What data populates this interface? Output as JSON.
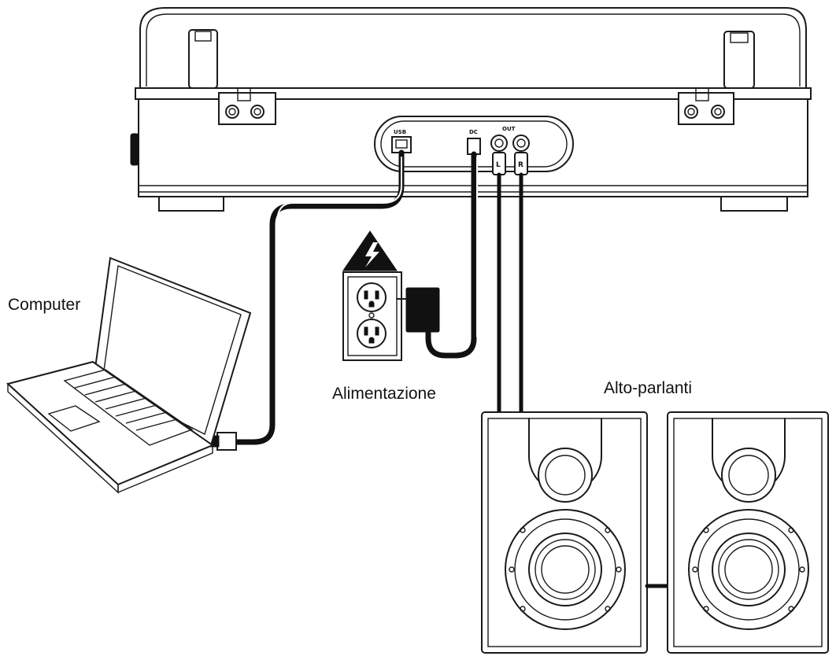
{
  "labels": {
    "computer": "Computer",
    "power": "Alimentazione",
    "speakers": "Alto-parlanti"
  },
  "turntable": {
    "port_usb": "USB",
    "port_dc": "DC",
    "port_out": "OUT",
    "channel_left": "L",
    "channel_right": "R"
  },
  "icons": {
    "warning": "high-voltage-warning-icon",
    "outlet": "wall-outlet-icon",
    "laptop": "laptop-icon",
    "speaker": "speaker-icon"
  },
  "colors": {
    "line": "#1a1a1a",
    "cable": "#111111",
    "background": "#ffffff"
  }
}
